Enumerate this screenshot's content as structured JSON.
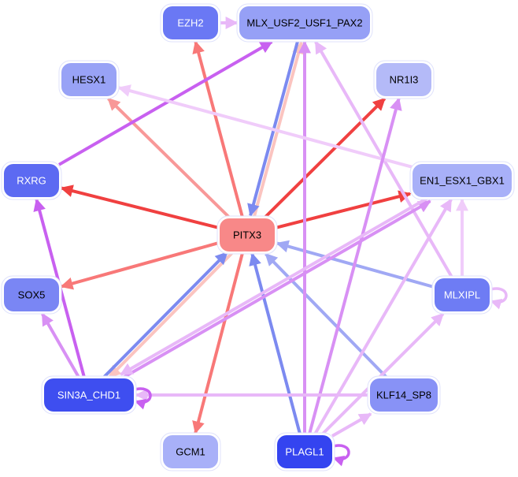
{
  "title": "Gene regulatory network",
  "colors": {
    "red_strong": "#f04040",
    "red_mid": "#f87878",
    "red_light": "#f89898",
    "peach": "#fbc4c0",
    "blue_mid": "#7c8af0",
    "blue_light": "#a0a8f4",
    "purple_strong": "#c860f0",
    "purple_mid": "#d890f4",
    "purple_light": "#e8b8f8",
    "lavender": "#f0ccfa"
  },
  "nodes": [
    {
      "id": "EZH2",
      "label": "EZH2",
      "fill": "#6a78f4",
      "text": "#ffffff"
    },
    {
      "id": "MLX_USF2_USF1_PAX2",
      "label": "MLX_USF2_USF1_PAX2",
      "fill": "#96a0f6",
      "text": "#000000"
    },
    {
      "id": "HESX1",
      "label": "HESX1",
      "fill": "#98a2f6",
      "text": "#000000"
    },
    {
      "id": "NR1I3",
      "label": "NR1I3",
      "fill": "#b4baf8",
      "text": "#000000"
    },
    {
      "id": "RXRG",
      "label": "RXRG",
      "fill": "#5c6af2",
      "text": "#ffffff"
    },
    {
      "id": "EN1_ESX1_GBX1",
      "label": "EN1_ESX1_GBX1",
      "fill": "#a8b0f8",
      "text": "#000000"
    },
    {
      "id": "PITX3",
      "label": "PITX3",
      "fill": "#f88888",
      "text": "#000000"
    },
    {
      "id": "SOX5",
      "label": "SOX5",
      "fill": "#7a86f4",
      "text": "#000000"
    },
    {
      "id": "MLXIPL",
      "label": "MLXIPL",
      "fill": "#6e7cf4",
      "text": "#ffffff"
    },
    {
      "id": "SIN3A_CHD1",
      "label": "SIN3A_CHD1",
      "fill": "#3e4ef0",
      "text": "#ffffff"
    },
    {
      "id": "KLF14_SP8",
      "label": "KLF14_SP8",
      "fill": "#8892f6",
      "text": "#000000"
    },
    {
      "id": "GCM1",
      "label": "GCM1",
      "fill": "#a8b0f8",
      "text": "#000000"
    },
    {
      "id": "PLAGL1",
      "label": "PLAGL1",
      "fill": "#3444f0",
      "text": "#ffffff"
    }
  ],
  "edges": [
    {
      "from": "PITX3",
      "to": "EZH2",
      "color": "red_mid"
    },
    {
      "from": "PITX3",
      "to": "HESX1",
      "color": "red_light"
    },
    {
      "from": "PITX3",
      "to": "RXRG",
      "color": "red_strong"
    },
    {
      "from": "PITX3",
      "to": "NR1I3",
      "color": "red_strong"
    },
    {
      "from": "PITX3",
      "to": "EN1_ESX1_GBX1",
      "color": "red_strong"
    },
    {
      "from": "PITX3",
      "to": "SOX5",
      "color": "red_mid"
    },
    {
      "from": "PITX3",
      "to": "GCM1",
      "color": "red_mid"
    },
    {
      "from": "PITX3",
      "to": "SIN3A_CHD1",
      "color": "peach"
    },
    {
      "from": "PITX3",
      "to": "MLX_USF2_USF1_PAX2",
      "color": "peach"
    },
    {
      "from": "MLX_USF2_USF1_PAX2",
      "to": "PITX3",
      "color": "blue_mid"
    },
    {
      "from": "SIN3A_CHD1",
      "to": "PITX3",
      "color": "blue_mid"
    },
    {
      "from": "PLAGL1",
      "to": "PITX3",
      "color": "blue_mid"
    },
    {
      "from": "KLF14_SP8",
      "to": "PITX3",
      "color": "blue_light"
    },
    {
      "from": "MLXIPL",
      "to": "PITX3",
      "color": "blue_light"
    },
    {
      "from": "EZH2",
      "to": "MLX_USF2_USF1_PAX2",
      "color": "purple_light"
    },
    {
      "from": "RXRG",
      "to": "MLX_USF2_USF1_PAX2",
      "color": "purple_strong"
    },
    {
      "from": "PLAGL1",
      "to": "MLX_USF2_USF1_PAX2",
      "color": "purple_mid"
    },
    {
      "from": "MLXIPL",
      "to": "MLX_USF2_USF1_PAX2",
      "color": "purple_light"
    },
    {
      "from": "EN1_ESX1_GBX1",
      "to": "HESX1",
      "color": "lavender"
    },
    {
      "from": "PLAGL1",
      "to": "NR1I3",
      "color": "purple_mid"
    },
    {
      "from": "SIN3A_CHD1",
      "to": "RXRG",
      "color": "purple_strong"
    },
    {
      "from": "SIN3A_CHD1",
      "to": "SOX5",
      "color": "purple_mid"
    },
    {
      "from": "SIN3A_CHD1",
      "to": "EN1_ESX1_GBX1",
      "color": "purple_mid"
    },
    {
      "from": "EN1_ESX1_GBX1",
      "to": "SIN3A_CHD1",
      "color": "purple_light"
    },
    {
      "from": "KLF14_SP8",
      "to": "SIN3A_CHD1",
      "color": "purple_light"
    },
    {
      "from": "PLAGL1",
      "to": "EN1_ESX1_GBX1",
      "color": "purple_light"
    },
    {
      "from": "MLXIPL",
      "to": "EN1_ESX1_GBX1",
      "color": "lavender"
    },
    {
      "from": "PLAGL1",
      "to": "MLXIPL",
      "color": "purple_light"
    },
    {
      "from": "PLAGL1",
      "to": "KLF14_SP8",
      "color": "purple_light"
    },
    {
      "from": "SIN3A_CHD1",
      "to": "SIN3A_CHD1",
      "color": "purple_strong",
      "self": true
    },
    {
      "from": "PLAGL1",
      "to": "PLAGL1",
      "color": "purple_strong",
      "self": true
    },
    {
      "from": "MLXIPL",
      "to": "MLXIPL",
      "color": "purple_light",
      "self": true
    }
  ]
}
